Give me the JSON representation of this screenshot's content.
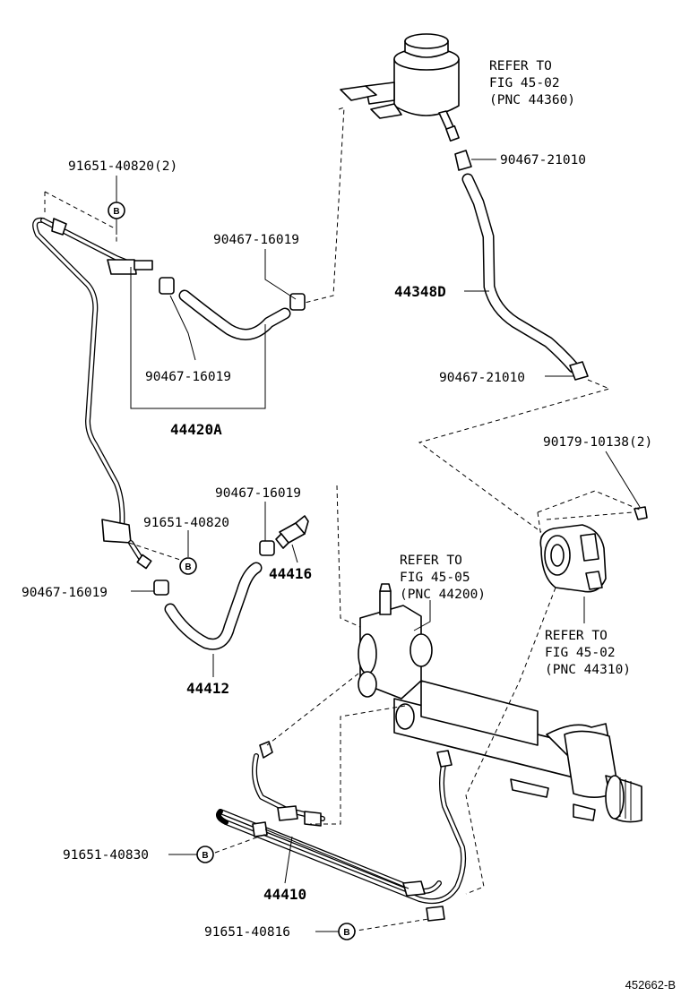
{
  "labels": {
    "reservoir_ref": [
      "REFER TO",
      "FIG 45-02",
      "(PNC 44360)"
    ],
    "gear_ref": [
      "REFER TO",
      "FIG 45-05",
      "(PNC 44200)"
    ],
    "pump_ref": [
      "REFER TO",
      "FIG 45-02",
      "(PNC 44310)"
    ],
    "p_91651_40820_2": "91651-40820(2)",
    "p_90467_21010_top": "90467-21010",
    "p_90467_16019_upper": "90467-16019",
    "p_44348D": "44348D",
    "p_90467_16019_mid": "90467-16019",
    "p_44420A": "44420A",
    "p_90467_21010_low": "90467-21010",
    "p_90179_10138_2": "90179-10138(2)",
    "p_90467_16019_pair": "90467-16019",
    "p_91651_40820": "91651-40820",
    "p_44416": "44416",
    "p_90467_16019_left": "90467-16019",
    "p_44412": "44412",
    "p_91651_40830": "91651-40830",
    "p_44410": "44410",
    "p_91651_40816": "91651-40816",
    "badge": "B",
    "figure_id": "452662-B"
  }
}
